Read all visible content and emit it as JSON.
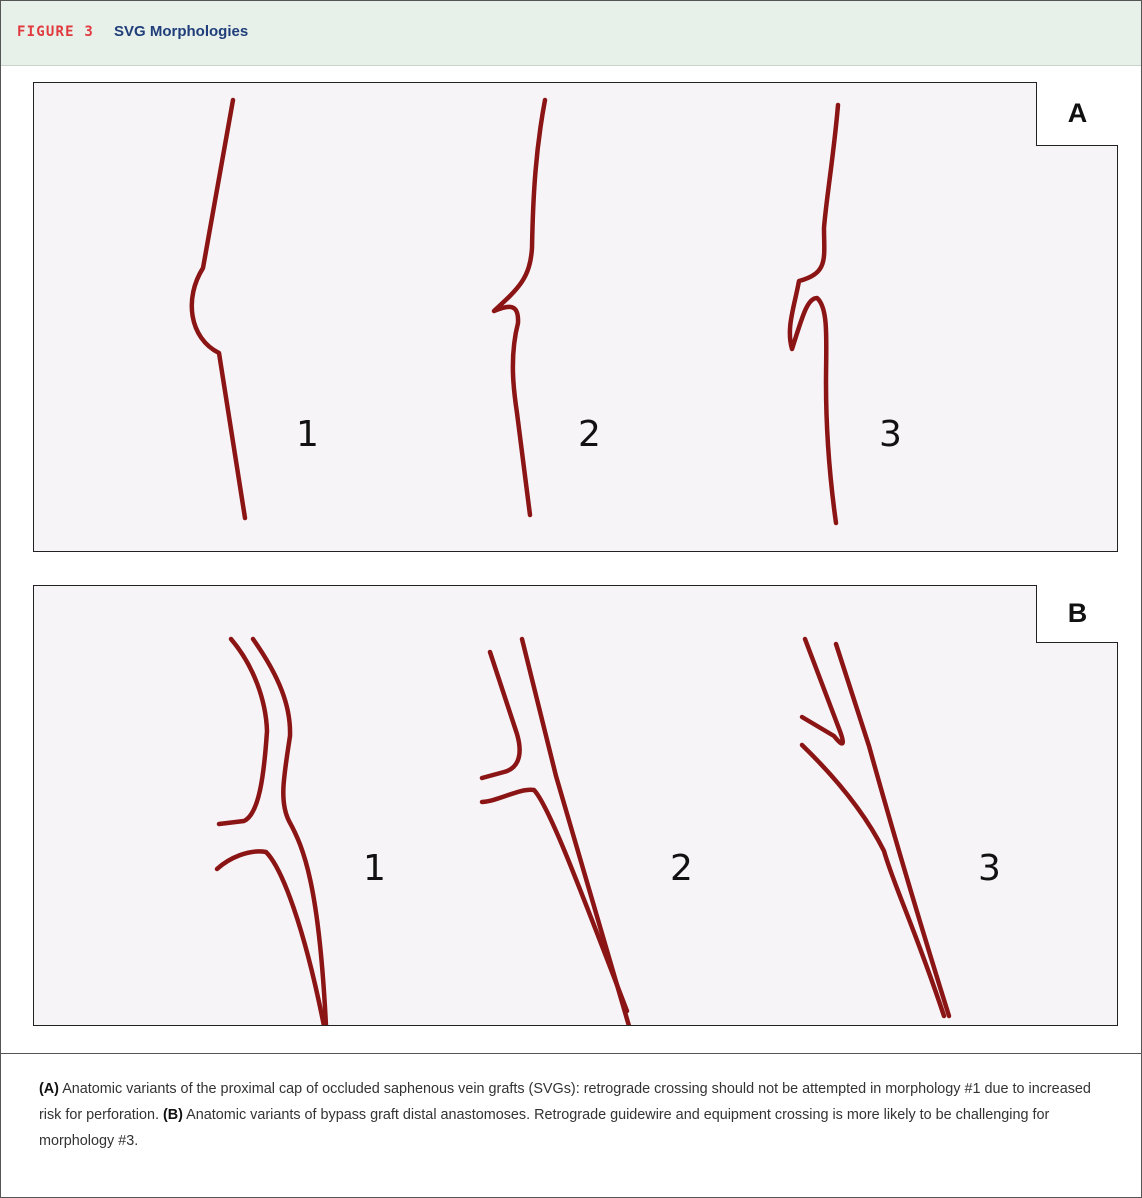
{
  "figure": {
    "label": "FIGURE 3",
    "title": "SVG Morphologies"
  },
  "colors": {
    "vessel": "#8b1414",
    "header_bg": "#e8f0ea",
    "label_red": "#e03a3e",
    "title_blue": "#1f3e7a"
  },
  "panel_a": {
    "letter": "A",
    "numbers": [
      "1",
      "2",
      "3"
    ]
  },
  "panel_b": {
    "letter": "B",
    "numbers": [
      "1",
      "2",
      "3"
    ]
  },
  "caption": {
    "a_tag": "(A)",
    "a_text": " Anatomic variants of the proximal cap of occluded saphenous vein grafts (SVGs): retrograde crossing should not be attempted in morphology #1 due to increased risk for perforation. ",
    "b_tag": "(B)",
    "b_text": " Anatomic variants of bypass graft distal anastomoses. Retrograde guidewire and equipment crossing is more likely to be challenging for morphology #3."
  }
}
